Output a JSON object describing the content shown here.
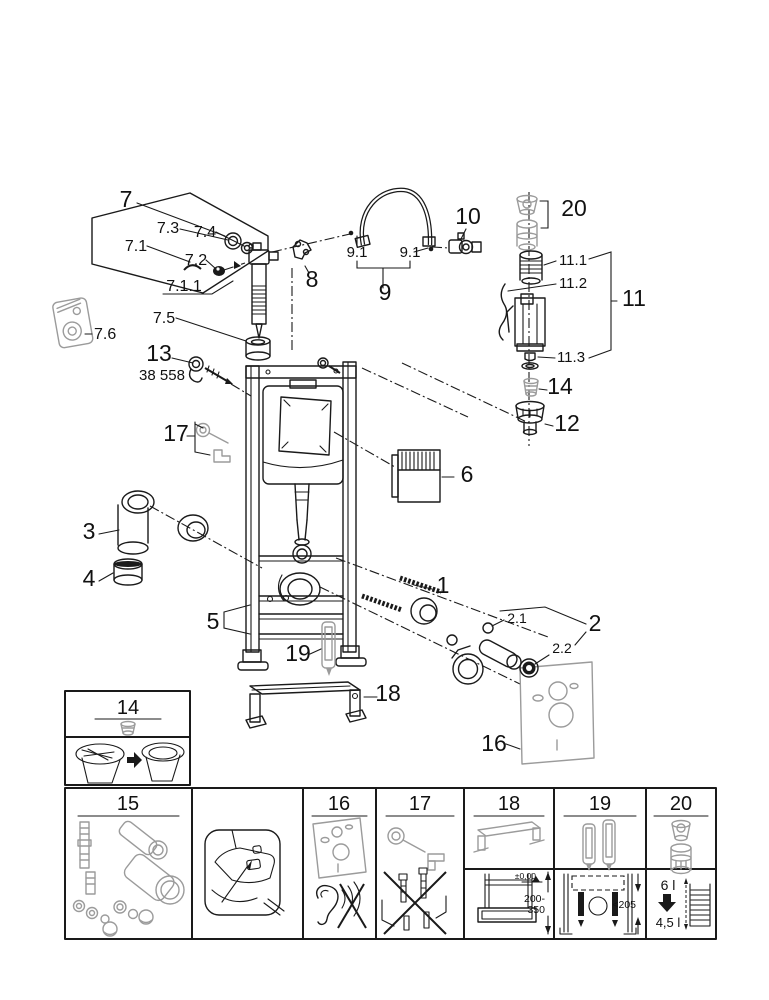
{
  "title": "Installation frame exploded parts diagram",
  "colors": {
    "line": "#1a1a1a",
    "grey": "#9b9b9b",
    "background": "#ffffff"
  },
  "icons": {
    "arrow-right-icon": "solid right arrow between toilet images",
    "arrow-down-icon": "solid down arrow between flush volumes",
    "ear-noise-crossed-icon": "ear with crossed-out sound waves",
    "crossed-bolts-icon": "fixing bolts crossed out with X"
  },
  "diagram": {
    "labels": {
      "p1": "1",
      "p2": "2",
      "p2_1": "2.1",
      "p2_2": "2.2",
      "p3": "3",
      "p4": "4",
      "p5": "5",
      "p6": "6",
      "p7": "7",
      "p7_1": "7.1",
      "p7_1_1": "7.1.1",
      "p7_2": "7.2",
      "p7_3": "7.3",
      "p7_4": "7.4",
      "p7_5": "7.5",
      "p7_6": "7.6",
      "p8": "8",
      "p9": "9",
      "p9_1a": "9.1",
      "p9_1b": "9.1",
      "p10": "10",
      "p11": "11",
      "p11_1": "11.1",
      "p11_2": "11.2",
      "p11_3": "11.3",
      "p12": "12",
      "p13": "13",
      "p13_code": "38 558",
      "p14": "14",
      "p16": "16",
      "p17": "17",
      "p18": "18",
      "p19": "19",
      "p20": "20"
    }
  },
  "legend": {
    "inset": {
      "label": "14"
    },
    "boxes": {
      "b15": {
        "label": "15"
      },
      "b16": {
        "label": "16"
      },
      "b17": {
        "label": "17"
      },
      "b18": {
        "label": "18",
        "datum": "±0,00",
        "range1": "200-",
        "range2": "350"
      },
      "b19": {
        "label": "19",
        "depth": "<205"
      },
      "b20": {
        "label": "20",
        "vol_from": "6 l",
        "vol_to": "4,5 l"
      }
    }
  }
}
